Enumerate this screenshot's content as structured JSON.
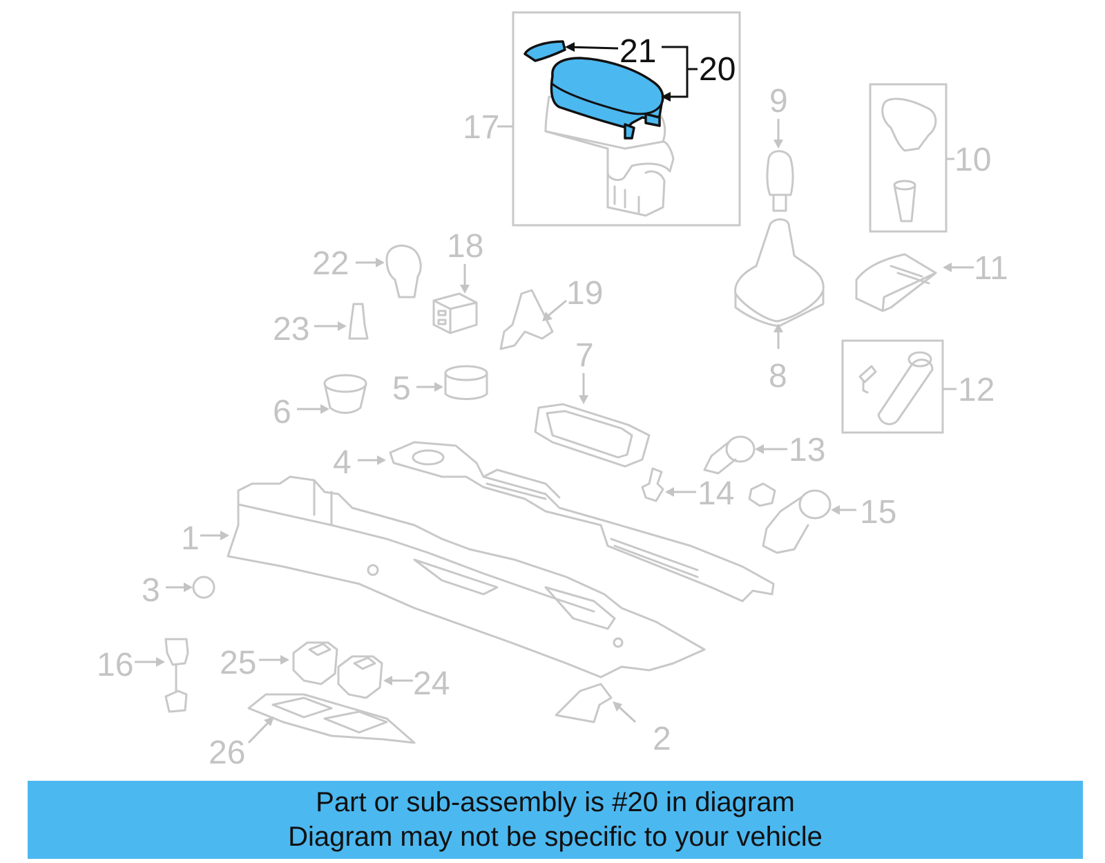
{
  "highlight_color": "#4cb8f0",
  "muted_color": "#c4c4c4",
  "highlighted_part": "20",
  "callouts": [
    "1",
    "2",
    "3",
    "4",
    "5",
    "6",
    "7",
    "8",
    "9",
    "10",
    "11",
    "12",
    "13",
    "14",
    "15",
    "16",
    "17",
    "18",
    "19",
    "20",
    "21",
    "22",
    "23",
    "24",
    "25",
    "26"
  ],
  "banner": {
    "line1": "Part or sub-assembly is #20 in diagram",
    "line2": "Diagram may not be specific to your vehicle"
  }
}
